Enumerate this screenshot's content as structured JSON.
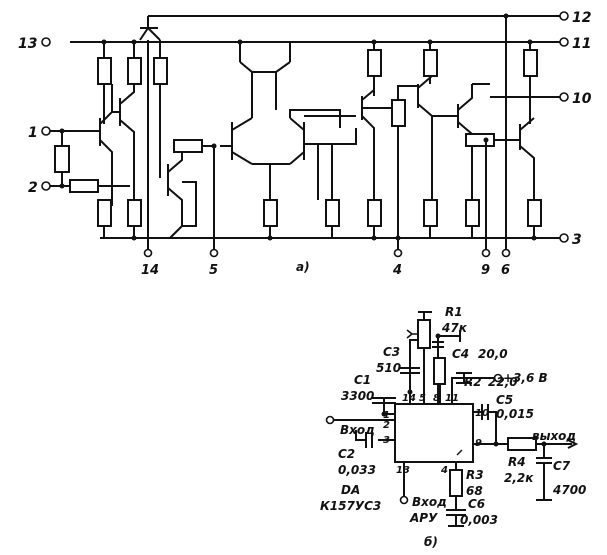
{
  "part_a": {
    "label": "а)",
    "pins_left": [
      "13",
      "1",
      "2"
    ],
    "pins_right": [
      "12",
      "11",
      "10",
      "3"
    ],
    "pins_bottom": [
      "14",
      "5",
      "4",
      "9",
      "6"
    ]
  },
  "part_b": {
    "label": "б)",
    "chip": {
      "designator": "DA",
      "part_number": "К157УС3"
    },
    "pin_numbers": [
      "1",
      "2",
      "3",
      "14",
      "5",
      "8",
      "11",
      "10",
      "9",
      "13",
      "4"
    ],
    "components": {
      "R1": {
        "name": "R1",
        "value": "47к"
      },
      "C3": {
        "name": "C3",
        "value": "510"
      },
      "C4": {
        "name": "C4",
        "value": "20,0"
      },
      "C1": {
        "name": "C1",
        "value": "3300"
      },
      "R2": {
        "name": "R2",
        "value": "22,0"
      },
      "C5": {
        "name": "C5",
        "value": "0,015"
      },
      "C2": {
        "name": "C2",
        "value": "0,033"
      },
      "R3": {
        "name": "R3",
        "value": "68"
      },
      "C6": {
        "name": "C6",
        "value": "0,003"
      },
      "R4": {
        "name": "R4",
        "value": "2,2к"
      },
      "C7": {
        "name": "C7",
        "value": "4700"
      }
    },
    "terminals": {
      "input": "Вход",
      "output": "выход",
      "agc_input_1": "Вход",
      "agc_input_2": "АРУ",
      "supply": "+3,6 В"
    }
  }
}
